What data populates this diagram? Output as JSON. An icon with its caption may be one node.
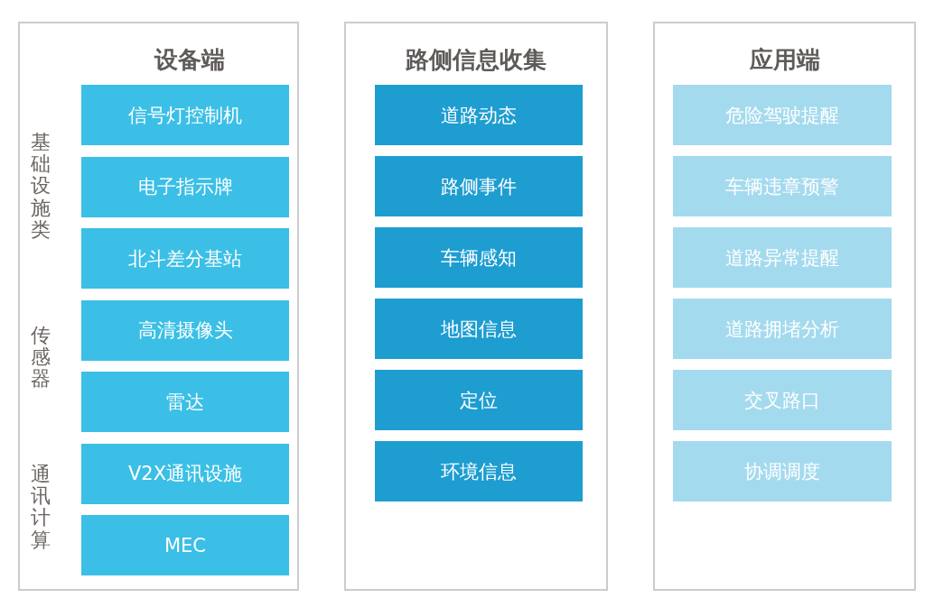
{
  "diagram": {
    "nodes": [
      {
        "text": [
          "设备端"
        ]
      },
      {
        "text": [
          "信号灯控制机"
        ],
        "in": 0
      },
      {
        "text": [
          "电子指示牌"
        ],
        "in": 0
      },
      {
        "text": [
          "北斗差分基站"
        ],
        "in": 0
      },
      {
        "text": [
          "高清摄像头"
        ],
        "in": 0
      },
      {
        "text": [
          "雷达"
        ],
        "in": 0
      },
      {
        "text": [
          "V2X通讯设施"
        ],
        "in": 0
      },
      {
        "text": [
          "MEC"
        ],
        "in": 0
      },
      {
        "text": [
          "路侧信息收集"
        ]
      },
      {
        "text": [
          "道路动态"
        ],
        "in": 8
      },
      {
        "text": [
          "路侧事件"
        ],
        "in": 8
      },
      {
        "text": [
          "车辆感知"
        ],
        "in": 8
      },
      {
        "text": [
          "地图信息"
        ],
        "in": 8
      },
      {
        "text": [
          "定位"
        ],
        "in": 8
      },
      {
        "text": [
          "环境信息"
        ],
        "in": 8
      },
      {
        "text": [
          "应用端"
        ]
      },
      {
        "text": [
          "危险驾驶提醒"
        ],
        "in": 15
      },
      {
        "text": [
          "车辆违章预警"
        ],
        "in": 15
      },
      {
        "text": [
          "道路异常提醒"
        ],
        "in": 15
      },
      {
        "text": [
          "道路拥堵分析"
        ],
        "in": 15
      },
      {
        "text": [
          "交叉路口"
        ],
        "in": 15
      },
      {
        "text": [
          "协调调度"
        ],
        "in": 15
      }
    ],
    "labels": [
      "基础设施类",
      "传感器",
      "通讯计算"
    ]
  }
}
